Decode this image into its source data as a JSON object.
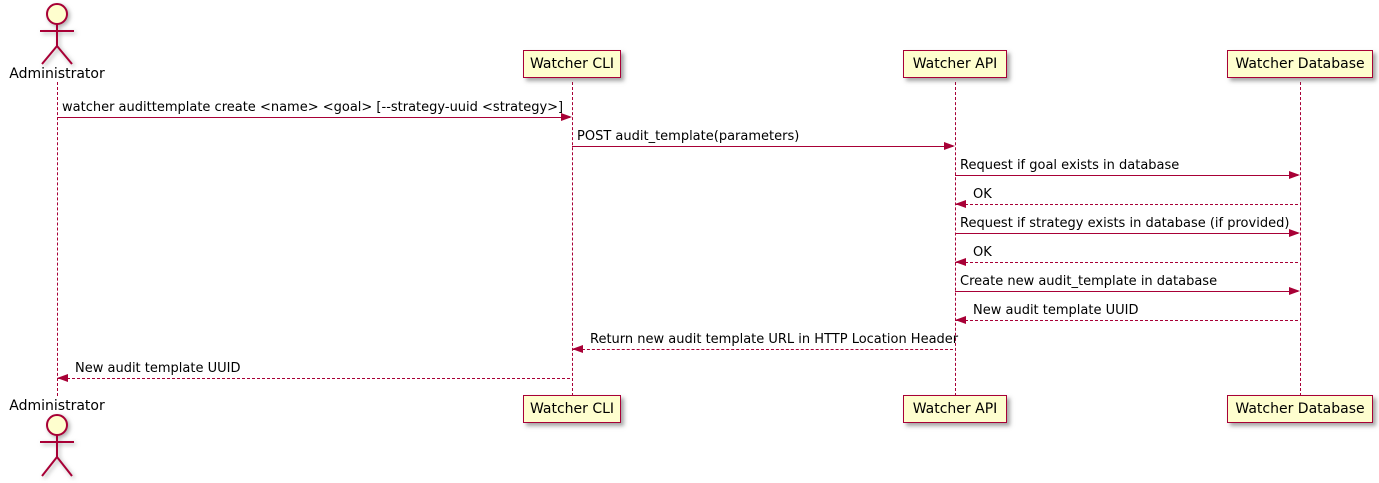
{
  "diagram_type": "sequence",
  "colors": {
    "participant_fill": "#FEFECE",
    "line_and_border": "#A80036",
    "text": "#000000"
  },
  "actors": [
    {
      "id": "administrator",
      "label": "Administrator"
    }
  ],
  "participants": [
    {
      "id": "watcher-cli",
      "label": "Watcher CLI"
    },
    {
      "id": "watcher-api",
      "label": "Watcher API"
    },
    {
      "id": "watcher-database",
      "label": "Watcher Database"
    }
  ],
  "messages": [
    {
      "from": "administrator",
      "to": "watcher-cli",
      "line": "solid",
      "text": "watcher audittemplate create <name> <goal> [--strategy-uuid <strategy>]"
    },
    {
      "from": "watcher-cli",
      "to": "watcher-api",
      "line": "solid",
      "text": "POST audit_template(parameters)"
    },
    {
      "from": "watcher-api",
      "to": "watcher-database",
      "line": "solid",
      "text": "Request if goal exists in database"
    },
    {
      "from": "watcher-database",
      "to": "watcher-api",
      "line": "dashed",
      "text": "OK"
    },
    {
      "from": "watcher-api",
      "to": "watcher-database",
      "line": "solid",
      "text": "Request if strategy exists in database (if provided)"
    },
    {
      "from": "watcher-database",
      "to": "watcher-api",
      "line": "dashed",
      "text": "OK"
    },
    {
      "from": "watcher-api",
      "to": "watcher-database",
      "line": "solid",
      "text": "Create new audit_template in database"
    },
    {
      "from": "watcher-database",
      "to": "watcher-api",
      "line": "dashed",
      "text": "New audit template UUID"
    },
    {
      "from": "watcher-api",
      "to": "watcher-cli",
      "line": "dashed",
      "text": "Return new audit template URL in HTTP Location Header"
    },
    {
      "from": "watcher-cli",
      "to": "administrator",
      "line": "dashed",
      "text": "New audit template UUID"
    }
  ]
}
